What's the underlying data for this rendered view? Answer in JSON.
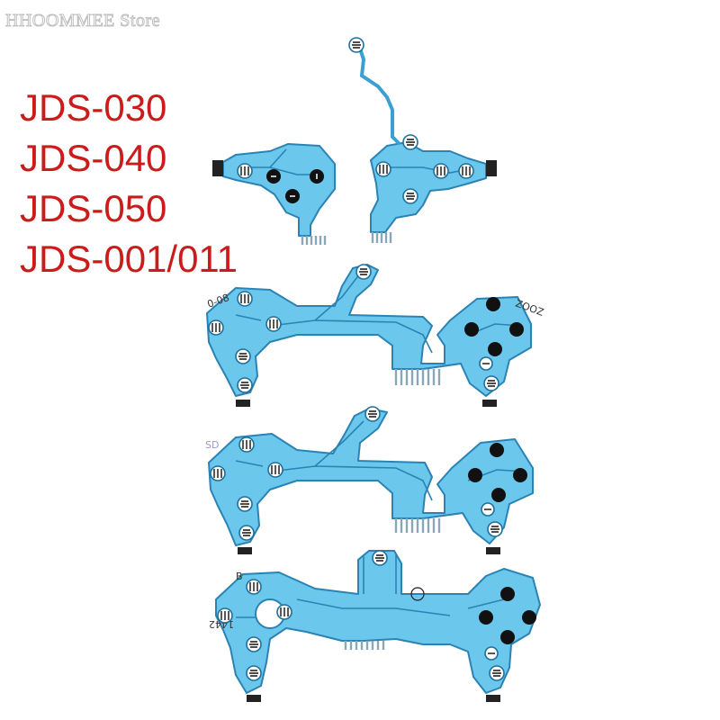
{
  "watermark": "HHOOMMEE Store",
  "models": [
    "JDS-030",
    "JDS-040",
    "JDS-050",
    "JDS-001/011"
  ],
  "colors": {
    "model_text": "#cc1b1b",
    "ribbon_fill": "#6cc7ec",
    "ribbon_edge": "#2a83b4"
  },
  "silkscreen": {
    "b_label": "B",
    "part_label": "1442"
  }
}
